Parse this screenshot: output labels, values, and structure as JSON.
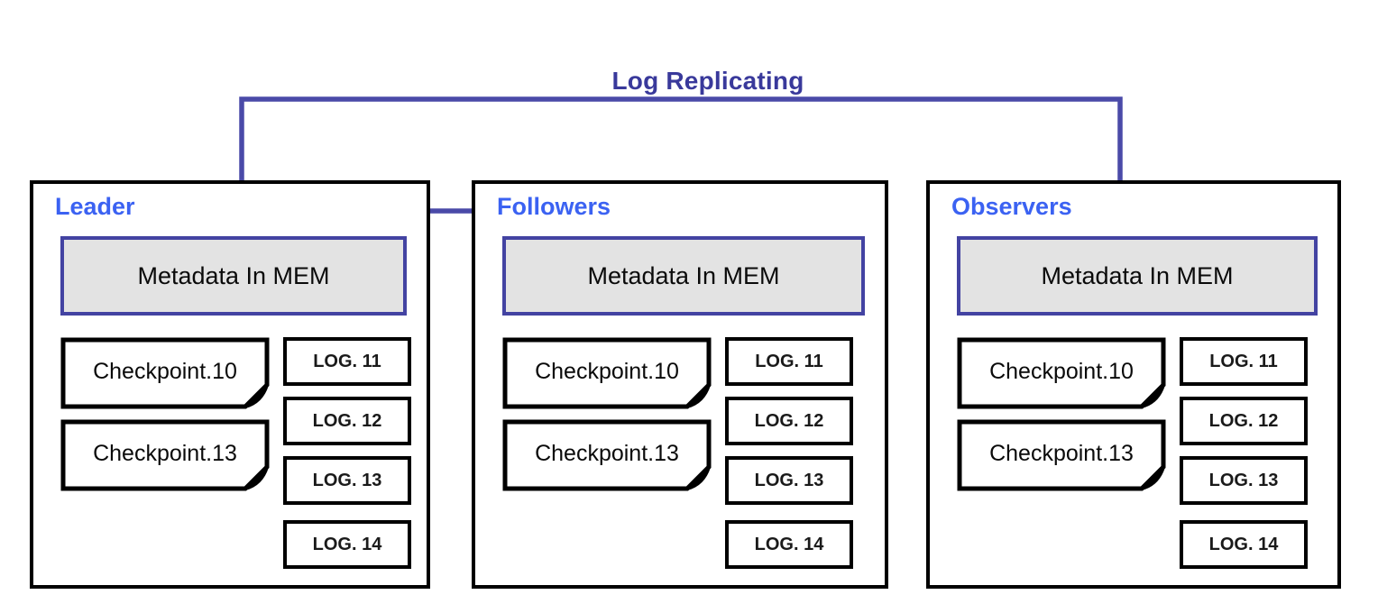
{
  "connector": {
    "label": "Log Replicating",
    "from": "Leader",
    "to": [
      "Followers",
      "Observers"
    ],
    "line_color": "#4A4AA8",
    "label_color": "#39399B"
  },
  "colors": {
    "group_label_blue": "#3B62F2",
    "box_border_black": "#000000",
    "metadata_fill_gray": "#E3E3E3",
    "metadata_border_indigo": "#4343A2"
  },
  "nodes": [
    {
      "label": "Leader",
      "metadata": "Metadata In MEM",
      "checkpoints": [
        "Checkpoint.10",
        "Checkpoint.13"
      ],
      "logs": [
        "LOG. 11",
        "LOG. 12",
        "LOG. 13",
        "LOG. 14"
      ]
    },
    {
      "label": "Followers",
      "metadata": "Metadata In MEM",
      "checkpoints": [
        "Checkpoint.10",
        "Checkpoint.13"
      ],
      "logs": [
        "LOG. 11",
        "LOG. 12",
        "LOG. 13",
        "LOG. 14"
      ]
    },
    {
      "label": "Observers",
      "metadata": "Metadata In MEM",
      "checkpoints": [
        "Checkpoint.10",
        "Checkpoint.13"
      ],
      "logs": [
        "LOG. 11",
        "LOG. 12",
        "LOG. 13",
        "LOG. 14"
      ]
    }
  ]
}
